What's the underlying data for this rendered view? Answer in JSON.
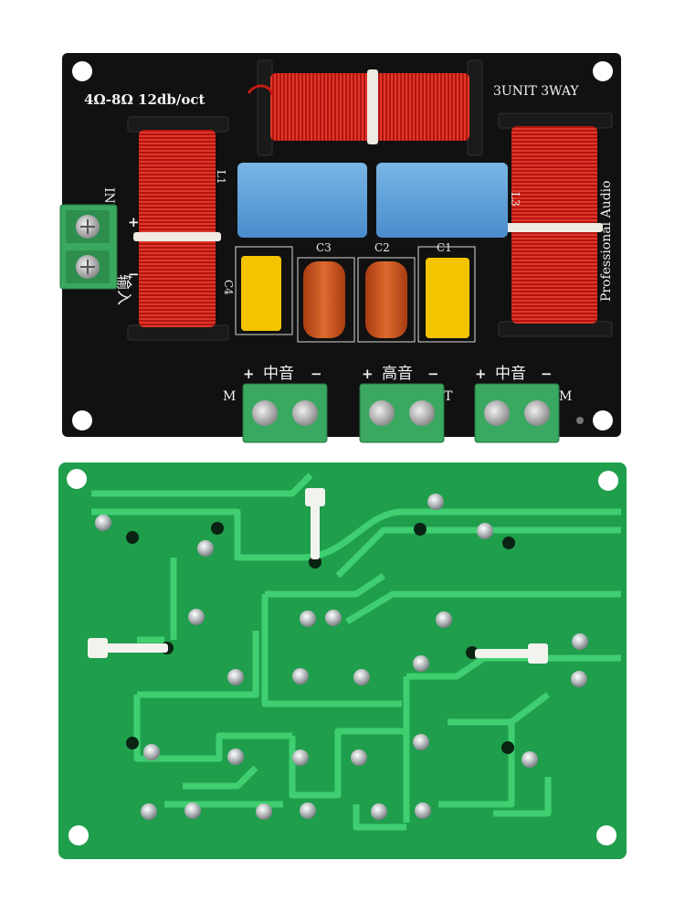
{
  "board_top": {
    "spec_text": "4Ω-8Ω  12db/oct",
    "model_text": "3UNIT 3WAY",
    "brand_text": "Professional Audio",
    "input_label": "IN",
    "input_han": "输入",
    "input_plus": "+",
    "input_minus": "−",
    "components": {
      "l1": "L1",
      "l3": "L3",
      "c1": "C1",
      "c2": "C2",
      "c3": "C3",
      "c4": "C4"
    },
    "outputs": [
      {
        "plus": "+",
        "name": "中音",
        "minus": "−",
        "side": "M"
      },
      {
        "plus": "+",
        "name": "高音",
        "minus": "−",
        "side": "T"
      },
      {
        "plus": "+",
        "name": "中音",
        "minus": "−",
        "side": "M"
      }
    ]
  },
  "colors": {
    "pcb_black": "#111111",
    "pcb_green": "#1f9e4c",
    "trace_green": "#3fcf70",
    "copper": "#c41a12",
    "film_cap_blue": "#5b9fd8",
    "cap_yellow": "#f5c400",
    "cap_orange": "#c4521e",
    "terminal_green": "#3aa860"
  }
}
